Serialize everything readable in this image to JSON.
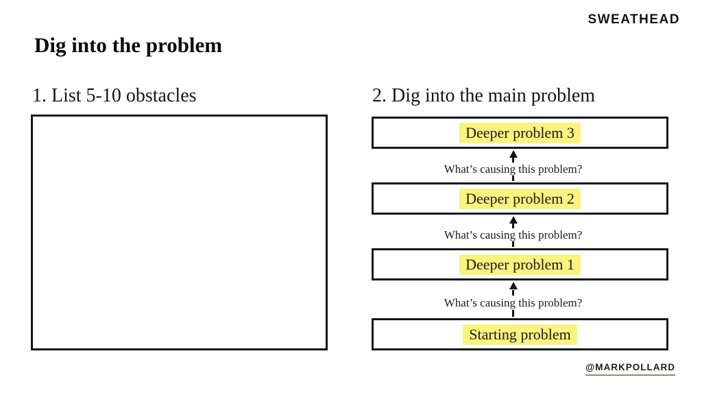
{
  "page": {
    "brand": "SWEATHEAD",
    "title": "Dig into the problem",
    "credit": "@MARKPOLLARD"
  },
  "left_section": {
    "heading": "1. List 5-10 obstacles"
  },
  "right_section": {
    "heading": "2. Dig into the main problem",
    "boxes": [
      {
        "label": "Deeper problem 3"
      },
      {
        "label": "Deeper problem 2"
      },
      {
        "label": "Deeper problem 1"
      },
      {
        "label": "Starting problem"
      }
    ],
    "connector_label": "What’s causing this problem?"
  },
  "colors": {
    "highlight": "#faf37e",
    "ink": "#111111",
    "background": "#ffffff"
  }
}
